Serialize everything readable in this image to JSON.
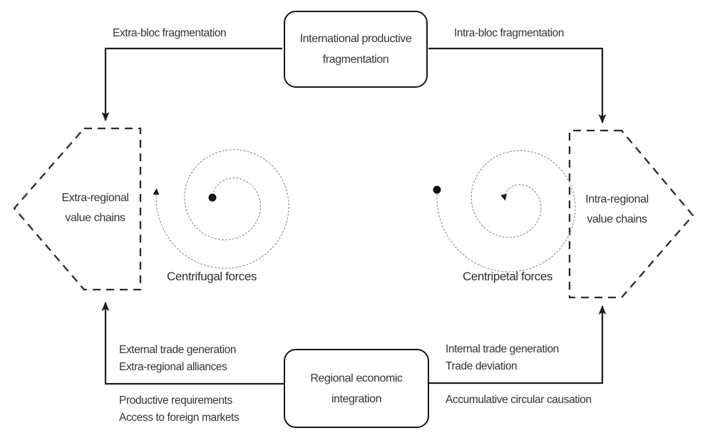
{
  "diagram": {
    "nodes": {
      "top_box": "International productive fragmentation",
      "bottom_box": "Regional economic integration",
      "left_pentagon": "Extra-regional value chains",
      "right_pentagon": "Intra-regional value chains"
    },
    "edge_labels": {
      "top_left": "Extra-bloc fragmentation",
      "top_right": "Intra-bloc fragmentation",
      "bottom_left_above": [
        "External trade generation",
        "Extra-regional alliances"
      ],
      "bottom_left_below": [
        "Productive requirements",
        "Access to foreign markets"
      ],
      "bottom_right_above": [
        "Internal trade generation",
        "Trade deviation"
      ],
      "bottom_right_below": [
        "Accumulative circular causation"
      ]
    },
    "spiral_labels": {
      "left": "Centrifugal forces",
      "right": "Centripetal forces"
    },
    "colors": {
      "line": "#1c1c1c",
      "dashed_shape": "#2a2a2a",
      "spiral": "#8f8f8f",
      "text": "#333333",
      "background": "#ffffff"
    }
  }
}
